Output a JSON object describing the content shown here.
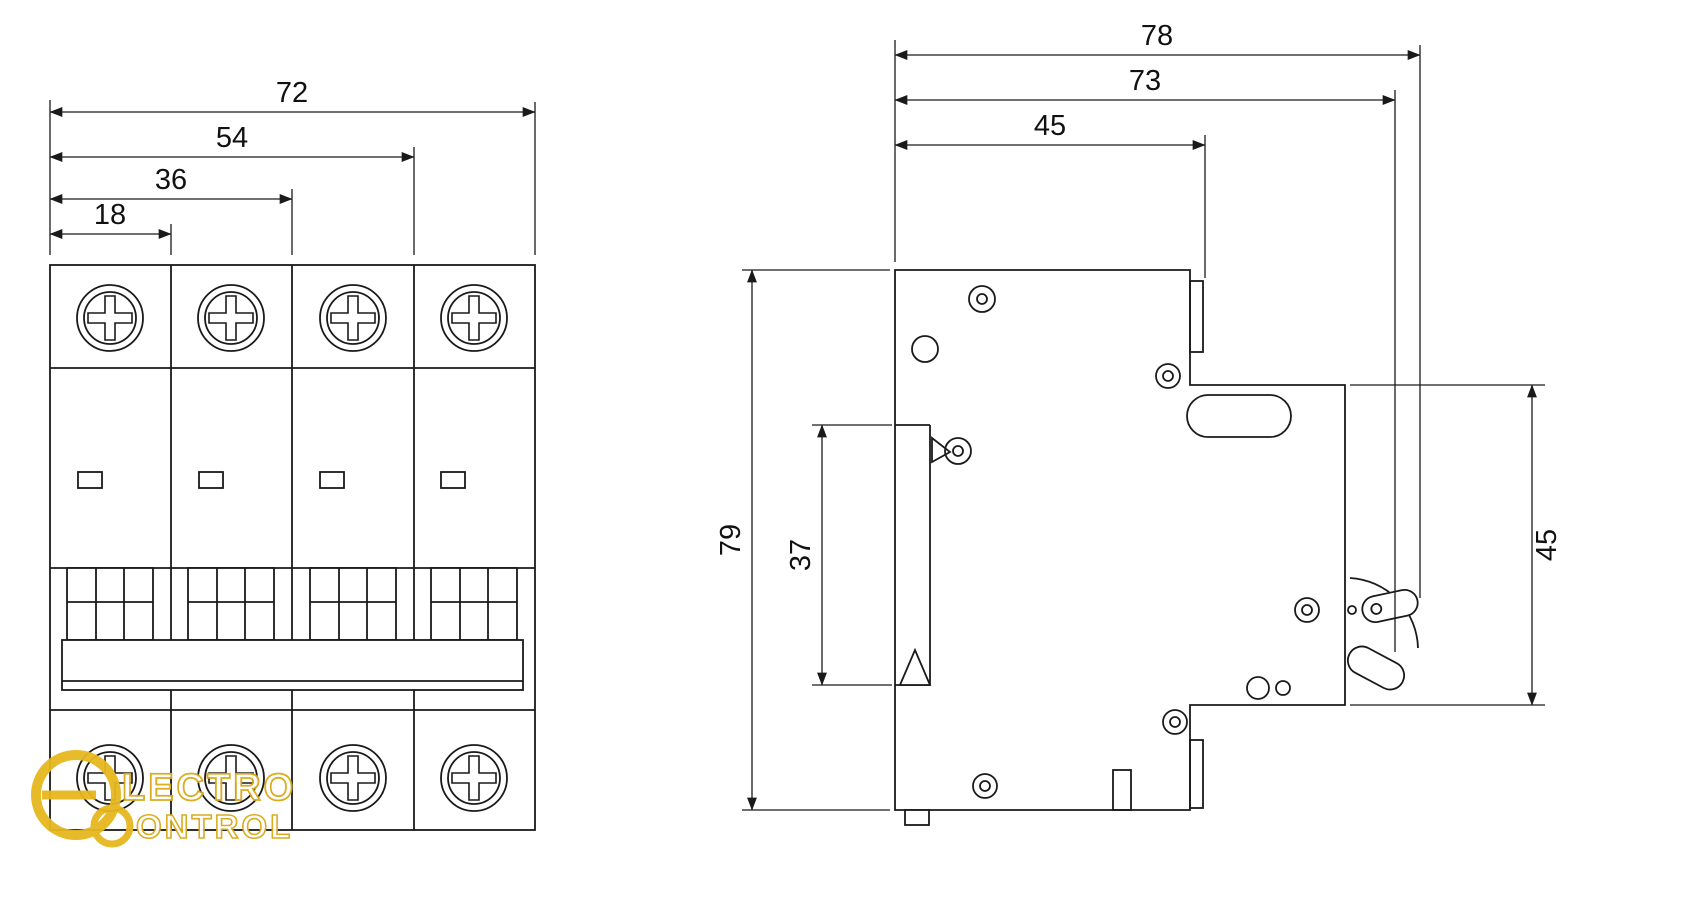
{
  "drawing": {
    "type": "technical-dimension-drawing",
    "subject": "4-pole modular circuit breaker, front and side views",
    "line_color": "#1a1a1a",
    "background": "#ffffff"
  },
  "front": {
    "dims": {
      "d72": "72",
      "d54": "54",
      "d36": "36",
      "d18": "18"
    }
  },
  "side": {
    "dims": {
      "d78": "78",
      "d73": "73",
      "d45top": "45",
      "d79": "79",
      "d37": "37",
      "d45right": "45"
    }
  },
  "watermark": {
    "row1": "LECTRO",
    "row2": "ONTROL",
    "color": "#e6b71e"
  }
}
